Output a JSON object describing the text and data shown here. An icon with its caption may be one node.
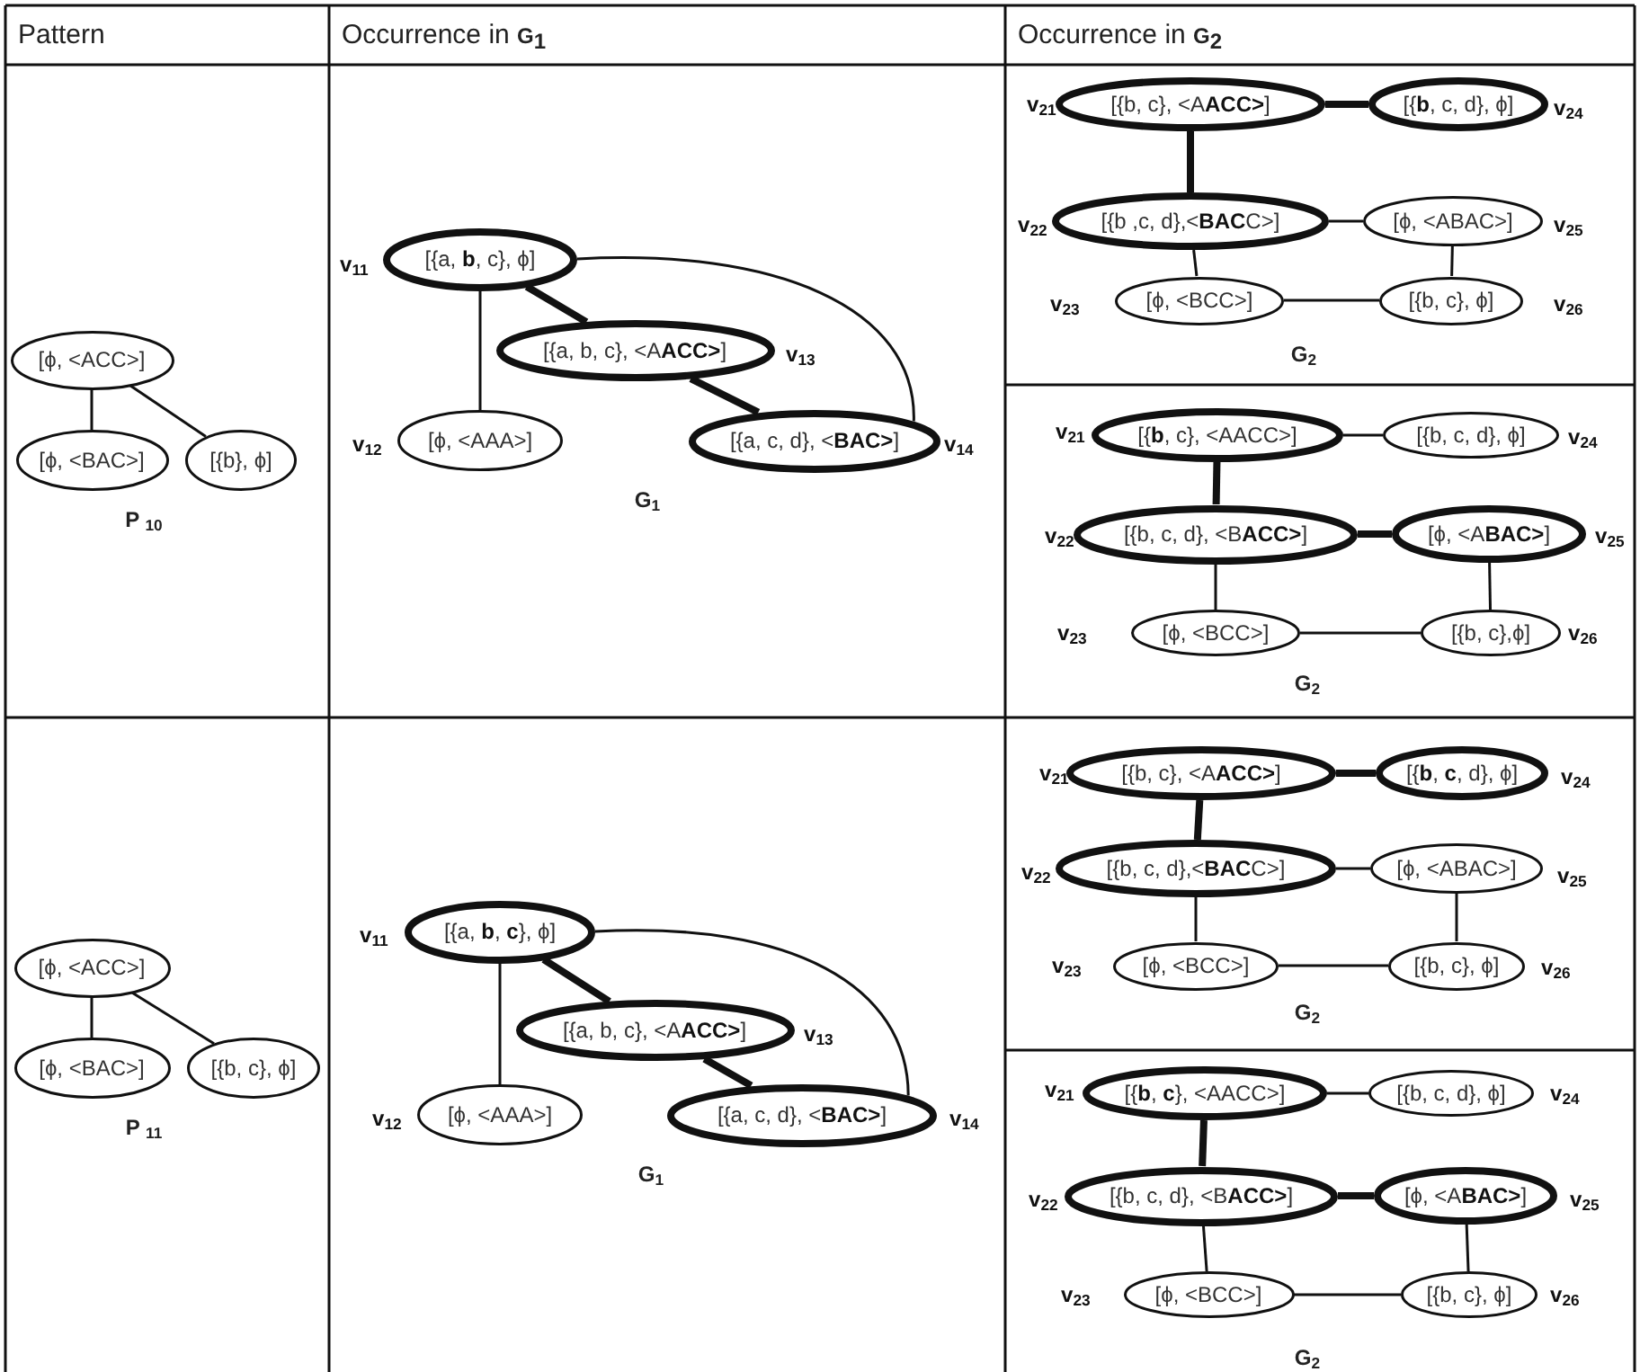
{
  "diagram": {
    "nodes": [
      {
        "text": [
          "[ϕ, <ACC>]"
        ]
      },
      {
        "text": [
          "[ϕ, <BAC>]"
        ]
      },
      {
        "text": [
          "[{b}, ϕ]"
        ]
      },
      {
        "text": [
          "[{a, **b**, c}, ϕ]"
        ],
        "beside": [
          "v$_{11}$"
        ]
      },
      {
        "text": [
          "[{a, b, c}, <A**ACC>**]"
        ],
        "beside": [
          "v$_{13}$"
        ]
      },
      {
        "text": [
          "[ϕ, <AAA>]"
        ],
        "beside": [
          "v$_{12}$"
        ]
      },
      {
        "text": [
          "[{a, c, d}, <**BAC>**]"
        ],
        "beside": [
          "v$_{14}$"
        ]
      },
      {
        "text": [
          "[{b, c}, <A**ACC>**]"
        ],
        "beside": [
          "v$_{21}$"
        ]
      },
      {
        "text": [
          "[{**b**, c, d}, ϕ]"
        ],
        "beside": [
          "v$_{24}$"
        ]
      },
      {
        "text": [
          "[{b ,c, d},<**BAC**C>]"
        ],
        "beside": [
          "v$_{22}$"
        ]
      },
      {
        "text": [
          "[ϕ, <ABAC>]"
        ],
        "beside": [
          "v$_{25}$"
        ]
      },
      {
        "text": [
          "[ϕ, <BCC>]"
        ],
        "beside": [
          "v$_{23}$"
        ]
      },
      {
        "text": [
          "[{b, c}, ϕ]"
        ],
        "beside": [
          "v$_{26}$"
        ]
      },
      {
        "text": [
          "[{**b**, c}, <AACC>]"
        ],
        "beside": [
          "v$_{21}$"
        ]
      },
      {
        "text": [
          "[{b, c, d}, ϕ]"
        ],
        "beside": [
          "v$_{24}$"
        ]
      },
      {
        "text": [
          "[{b, c, d}, <B**ACC>**]"
        ],
        "beside": [
          "v$_{22}$"
        ]
      },
      {
        "text": [
          "[ϕ, <A**BAC>**]"
        ],
        "beside": [
          "v$_{25}$"
        ]
      },
      {
        "text": [
          "[ϕ, <BCC>]"
        ],
        "beside": [
          "v$_{23}$"
        ]
      },
      {
        "text": [
          "[{b, c},ϕ]"
        ],
        "beside": [
          "v$_{26}$"
        ]
      },
      {
        "text": [
          "[ϕ, <ACC>]"
        ]
      },
      {
        "text": [
          "[ϕ, <BAC>]"
        ]
      },
      {
        "text": [
          "[{b, c}, ϕ]"
        ]
      },
      {
        "text": [
          "[{a, **b**, **c**}, ϕ]"
        ],
        "beside": [
          "v$_{11}$"
        ]
      },
      {
        "text": [
          "[{a, b, c}, <A**ACC>**]"
        ],
        "beside": [
          "v$_{13}$"
        ]
      },
      {
        "text": [
          "[ϕ, <AAA>]"
        ],
        "beside": [
          "v$_{12}$"
        ]
      },
      {
        "text": [
          "[{a, c, d}, <**BAC>**]"
        ],
        "beside": [
          "v$_{14}$"
        ]
      },
      {
        "text": [
          "[{b, c}, <A**ACC>**]"
        ],
        "beside": [
          "v$_{21}$"
        ]
      },
      {
        "text": [
          "[{**b**, **c**, d}, ϕ]"
        ],
        "beside": [
          "v$_{24}$"
        ]
      },
      {
        "text": [
          "[{b, c, d},<**BAC**C>]"
        ],
        "beside": [
          "v$_{22}$"
        ]
      },
      {
        "text": [
          "[ϕ, <ABAC>]"
        ],
        "beside": [
          "v$_{25}$"
        ]
      },
      {
        "text": [
          "[ϕ, <BCC>]"
        ],
        "beside": [
          "v$_{23}$"
        ]
      },
      {
        "text": [
          "[{b, c}, ϕ]"
        ],
        "beside": [
          "v$_{26}$"
        ]
      },
      {
        "text": [
          "[{**b**, **c**}, <AACC>]"
        ],
        "beside": [
          "v$_{21}$"
        ]
      },
      {
        "text": [
          "[{b, c, d}, ϕ]"
        ],
        "beside": [
          "v$_{24}$"
        ]
      },
      {
        "text": [
          "[{b, c, d}, <B**ACC>**]"
        ],
        "beside": [
          "v$_{22}$"
        ]
      },
      {
        "text": [
          "[ϕ, <A**BAC>**]"
        ],
        "beside": [
          "v$_{25}$"
        ]
      },
      {
        "text": [
          "[ϕ, <BCC>]"
        ],
        "beside": [
          "v$_{23}$"
        ]
      },
      {
        "text": [
          "[{b, c}, ϕ]"
        ],
        "beside": [
          "v$_{26}$"
        ]
      }
    ],
    "edges": [
      {
        "from": 0,
        "to": 1,
        "arrow": "none"
      },
      {
        "from": 0,
        "to": 2,
        "arrow": "none"
      },
      {
        "from": 3,
        "to": 5,
        "arrow": "none"
      },
      {
        "from": 3,
        "to": 4,
        "arrow": "none",
        "style": "thick"
      },
      {
        "from": 4,
        "to": 6,
        "arrow": "none",
        "style": "thick"
      },
      {
        "from": 3,
        "to": 6,
        "arrow": "none"
      },
      {
        "from": 7,
        "to": 8,
        "arrow": "none",
        "style": "thick"
      },
      {
        "from": 7,
        "to": 9,
        "arrow": "none",
        "style": "thick"
      },
      {
        "from": 9,
        "to": 10,
        "arrow": "none"
      },
      {
        "from": 9,
        "to": 11,
        "arrow": "none"
      },
      {
        "from": 10,
        "to": 12,
        "arrow": "none"
      },
      {
        "from": 11,
        "to": 12,
        "arrow": "none"
      },
      {
        "from": 13,
        "to": 14,
        "arrow": "none"
      },
      {
        "from": 13,
        "to": 15,
        "arrow": "none",
        "style": "thick"
      },
      {
        "from": 15,
        "to": 16,
        "arrow": "none",
        "style": "thick"
      },
      {
        "from": 15,
        "to": 17,
        "arrow": "none"
      },
      {
        "from": 16,
        "to": 18,
        "arrow": "none"
      },
      {
        "from": 17,
        "to": 18,
        "arrow": "none"
      },
      {
        "from": 19,
        "to": 20,
        "arrow": "none"
      },
      {
        "from": 19,
        "to": 21,
        "arrow": "none"
      },
      {
        "from": 22,
        "to": 24,
        "arrow": "none"
      },
      {
        "from": 22,
        "to": 23,
        "arrow": "none",
        "style": "thick"
      },
      {
        "from": 23,
        "to": 25,
        "arrow": "none",
        "style": "thick"
      },
      {
        "from": 22,
        "to": 25,
        "arrow": "none"
      },
      {
        "from": 26,
        "to": 27,
        "arrow": "none",
        "style": "thick"
      },
      {
        "from": 26,
        "to": 28,
        "arrow": "none",
        "style": "thick"
      },
      {
        "from": 28,
        "to": 29,
        "arrow": "none"
      },
      {
        "from": 28,
        "to": 30,
        "arrow": "none"
      },
      {
        "from": 29,
        "to": 31,
        "arrow": "none"
      },
      {
        "from": 30,
        "to": 31,
        "arrow": "none"
      },
      {
        "from": 32,
        "to": 33,
        "arrow": "none"
      },
      {
        "from": 32,
        "to": 34,
        "arrow": "none",
        "style": "thick"
      },
      {
        "from": 34,
        "to": 35,
        "arrow": "none",
        "style": "thick"
      },
      {
        "from": 34,
        "to": 36,
        "arrow": "none"
      },
      {
        "from": 35,
        "to": 37,
        "arrow": "none"
      },
      {
        "from": 36,
        "to": 37,
        "arrow": "none"
      }
    ],
    "labels": [
      "Pattern",
      "Occurrence in **G**$_{1}$",
      "Occurrence in **G**$_{2}$",
      "G$_{2}$",
      "G$_{1}$",
      "P $_{10}$",
      "G$_{2}$",
      "G$_{2}$",
      "P $_{11}$",
      "G$_{1}$",
      "G$_{2}$"
    ]
  }
}
